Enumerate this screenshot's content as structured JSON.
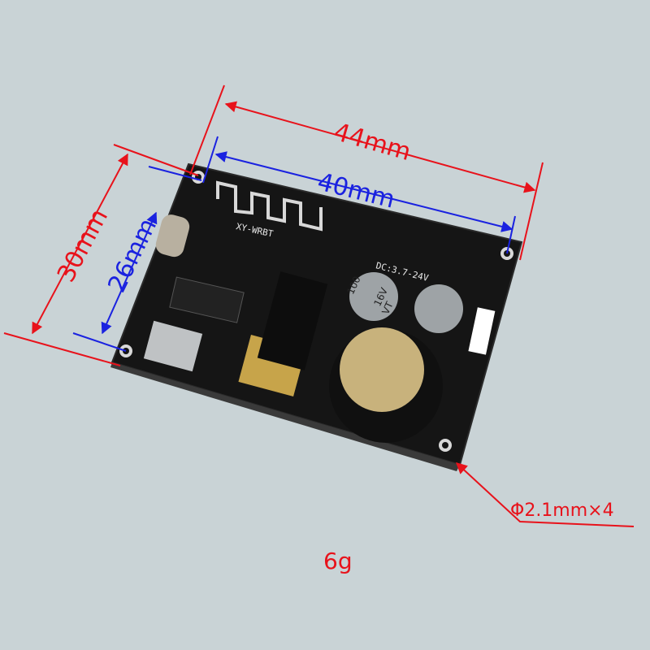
{
  "annotations": {
    "outer_width": "44mm",
    "inner_width": "40mm",
    "outer_height": "30mm",
    "inner_height": "26mm",
    "hole_diameter": "Φ2.1mm×4",
    "weight": "6g"
  },
  "board": {
    "model_label": "XY-WRBT",
    "power_label": "DC:3.7-24V",
    "capacitor_label_1": "100",
    "capacitor_label_2": "16V",
    "capacitor_label_3": "VT"
  },
  "colors": {
    "outer_dimension": "#e8121b",
    "inner_dimension": "#1a22e0",
    "board": "#141414",
    "background": "#c9d3d6"
  }
}
